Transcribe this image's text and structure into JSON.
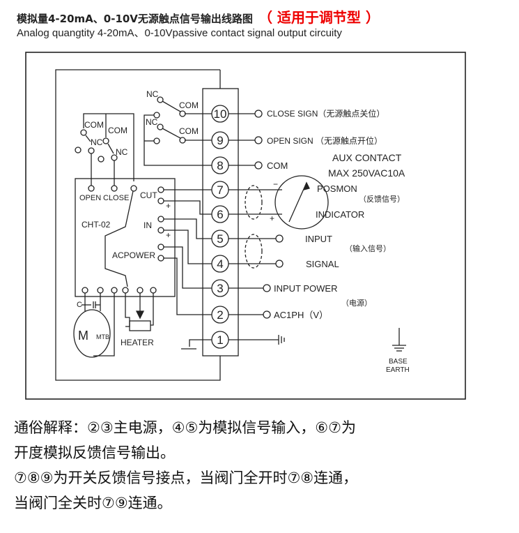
{
  "title": {
    "cn": "模拟量4-20mA、0-10V无源触点信号输出线路图",
    "red": "（ 适用于调节型 ）",
    "en": "Analog quangtity 4-20mA、0-10Vpassive contact  signal output circuity"
  },
  "terminals": [
    "1",
    "2",
    "3",
    "4",
    "5",
    "6",
    "7",
    "8",
    "9",
    "10"
  ],
  "right_labels": {
    "close_sign": "CLOSE SIGN（无源触点关位）",
    "open_sign": "OPEN SIGN （无源触点开位）",
    "com": "COM",
    "aux1": "AUX CONTACT",
    "aux2": "MAX 250VAC10A",
    "posmon": "POSMON",
    "feedback": "（反馈信号）",
    "indicator": "INDICATOR",
    "input": "INPUT",
    "input_cn": "（输入信号）",
    "signal": "SIGNAL",
    "input_power": "INPUT POWER",
    "power_cn": "（电源）",
    "ac1ph": "AC1PH（V）",
    "base": "BASE",
    "earth": "EARTH",
    "minus": "−",
    "plus": "+"
  },
  "left_labels": {
    "nc": "NC",
    "com": "COM",
    "open": "OPEN",
    "close": "CLOSE",
    "cut": "CUT",
    "in": "IN",
    "model": "CHT-02",
    "acpower": "ACPOWER",
    "c": "C",
    "m": "M",
    "mtb": "MTB",
    "heater": "HEATER"
  },
  "explanation": [
    "通俗解释：②③主电源，④⑤为模拟信号输入，⑥⑦为",
    "开度模拟反馈信号输出。",
    "⑦⑧⑨为开关反馈信号接点，当阀门全开时⑦⑧连通，",
    "当阀门全关时⑦⑨连通。"
  ]
}
